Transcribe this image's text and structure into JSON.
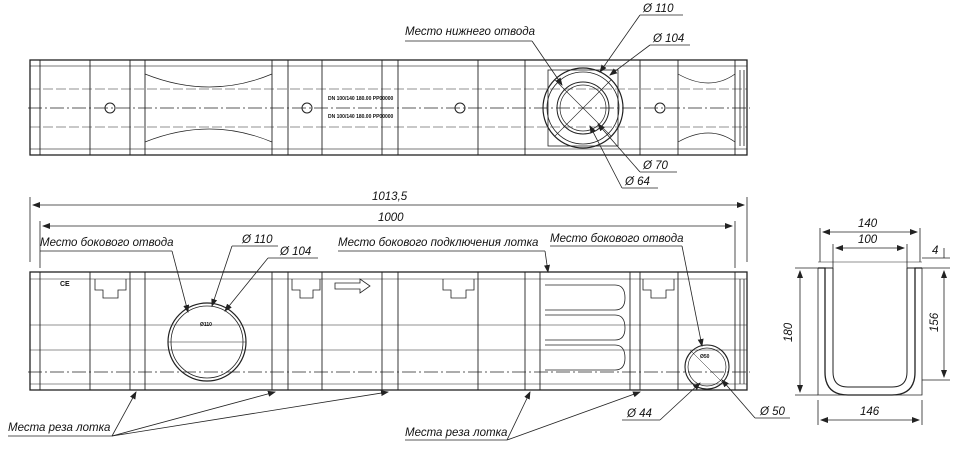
{
  "labels": {
    "bottom_outlet": "Место нижнего отвода",
    "side_outlet_left": "Место бокового отвода",
    "side_connection": "Место бокового подключения лотка",
    "side_outlet_right": "Место бокового отвода",
    "cut_left": "Места реза лотка",
    "cut_right": "Места реза лотка"
  },
  "dimensions": {
    "top_d110": "110",
    "top_d104": "104",
    "top_d70": "70",
    "top_d64": "64",
    "length_total": "1013,5",
    "length_inner": "1000",
    "front_d110": "110",
    "front_d104": "104",
    "front_d44": "44",
    "front_d50": "50",
    "section_width_outer": "140",
    "section_width_inner": "100",
    "section_wall": "4",
    "section_height": "180",
    "section_inner_height": "156",
    "section_base": "146"
  },
  "stamps": {
    "top_text_1": "DN 100/140 180.00 PP00000",
    "top_text_2": "DN 100/140 180.00 PP00000",
    "ce_mark": "CE",
    "circle_label": "Ø110",
    "small_circle_label": "Ø50"
  },
  "colors": {
    "line": "#222222",
    "thin": "#555555",
    "background": "#ffffff"
  }
}
